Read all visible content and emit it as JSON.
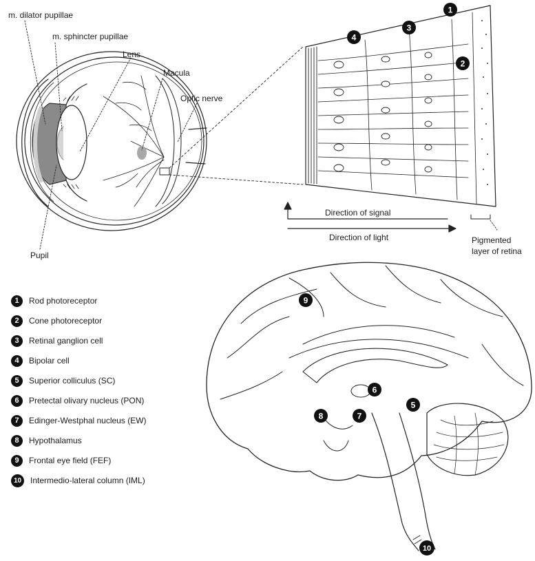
{
  "eye_labels": {
    "dilator": "m. dilator pupillae",
    "sphincter": "m. sphincter pupillae",
    "lens": "Lens",
    "macula": "Macula",
    "optic_nerve": "Optic nerve",
    "pupil": "Pupil"
  },
  "retina_labels": {
    "signal": "Direction of signal",
    "light": "Direction of light",
    "pigment_line1": "Pigmented",
    "pigment_line2": "layer of retina"
  },
  "markers": {
    "m1": "1",
    "m2": "2",
    "m3": "3",
    "m4": "4",
    "m5": "5",
    "m6": "6",
    "m7": "7",
    "m8": "8",
    "m9": "9",
    "m10": "10"
  },
  "legend": [
    {
      "num": "1",
      "label": "Rod photoreceptor"
    },
    {
      "num": "2",
      "label": "Cone photoreceptor"
    },
    {
      "num": "3",
      "label": "Retinal ganglion cell"
    },
    {
      "num": "4",
      "label": "Bipolar cell"
    },
    {
      "num": "5",
      "label": "Superior colliculus (SC)"
    },
    {
      "num": "6",
      "label": "Pretectal olivary nucleus (PON)"
    },
    {
      "num": "7",
      "label": "Edinger-Westphal nucleus (EW)"
    },
    {
      "num": "8",
      "label": "Hypothalamus"
    },
    {
      "num": "9",
      "label": "Frontal eye field (FEF)"
    },
    {
      "num": "10",
      "label": "Intermedio-lateral column (IML)"
    }
  ]
}
